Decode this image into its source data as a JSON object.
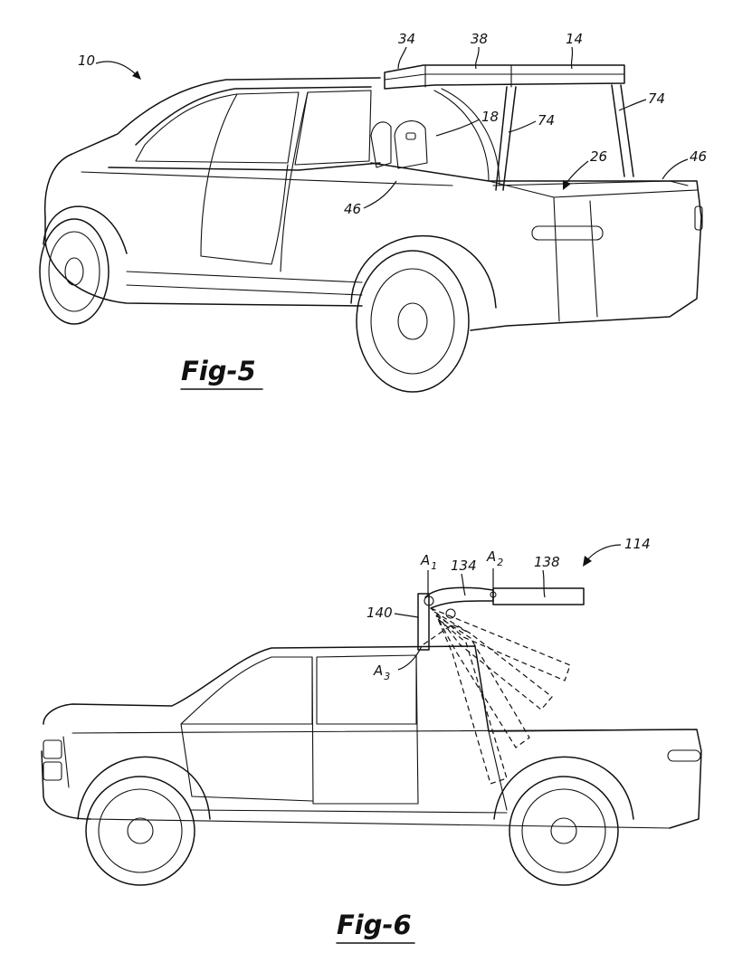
{
  "fig5": {
    "title": "Fig-5",
    "labels": {
      "vehicle": "10",
      "panel_front": "34",
      "panel_mid": "38",
      "roof_panel": "14",
      "seat": "18",
      "strut_left": "74",
      "strut_right": "74",
      "bed": "26",
      "rail_right": "46",
      "rail_left": "46"
    }
  },
  "fig6": {
    "title": "Fig-6",
    "labels": {
      "assembly": "114",
      "pivot_a1_main": "A",
      "pivot_a1_sub": "1",
      "link": "134",
      "pivot_a2_main": "A",
      "pivot_a2_sub": "2",
      "panel": "138",
      "bracket": "140",
      "pivot_a3_main": "A",
      "pivot_a3_sub": "3"
    }
  }
}
